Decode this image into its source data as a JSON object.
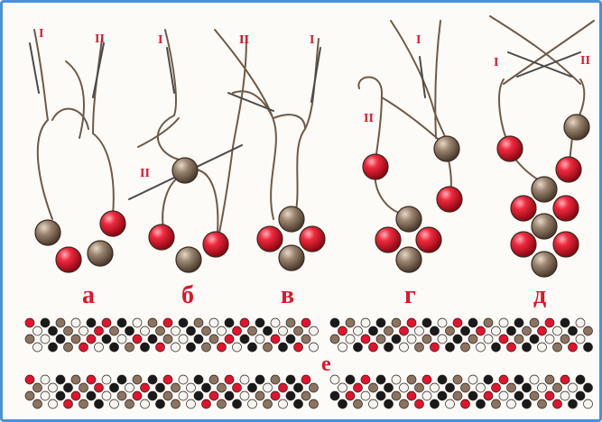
{
  "colors": {
    "red_bead": "#e0142c",
    "tan_bead": "#8b7360",
    "black_bead": "#1a1a1a",
    "white_bead": "#f6f4ee",
    "label": "#e0142c",
    "frame_border": "#4a90d9"
  },
  "steps": [
    {
      "letter": "а",
      "needle_labels": [
        "I",
        "II"
      ]
    },
    {
      "letter": "б",
      "needle_labels": [
        "I",
        "II",
        "II"
      ]
    },
    {
      "letter": "в",
      "needle_labels": [
        "II",
        "I"
      ]
    },
    {
      "letter": "г",
      "needle_labels": [
        "I",
        "II"
      ]
    },
    {
      "letter": "д",
      "needle_labels": [
        "I",
        "II"
      ]
    }
  ],
  "patterns_label": "е"
}
